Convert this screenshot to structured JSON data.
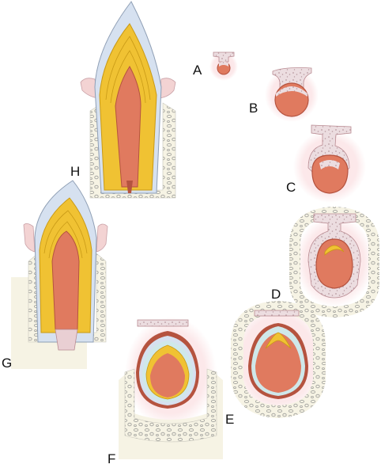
{
  "labels": {
    "a": "A",
    "b": "B",
    "c": "C",
    "d": "D",
    "e": "E",
    "f": "F",
    "g": "G",
    "h": "H"
  },
  "colors": {
    "pulp": "#e07a5f",
    "pulp_edge": "#b5533f",
    "dentin": "#f0c233",
    "dentin_edge": "#c99a16",
    "enamel": "#d6e1f0",
    "enamel_organ": "#cfe8ea",
    "epithelium": "#e9cfd3",
    "gingiva": "#f3d3d3",
    "bone": "#f4f1df",
    "halo": "#fbe3e5"
  },
  "stages": [
    "A",
    "B",
    "C",
    "D",
    "E",
    "F",
    "G",
    "H"
  ]
}
